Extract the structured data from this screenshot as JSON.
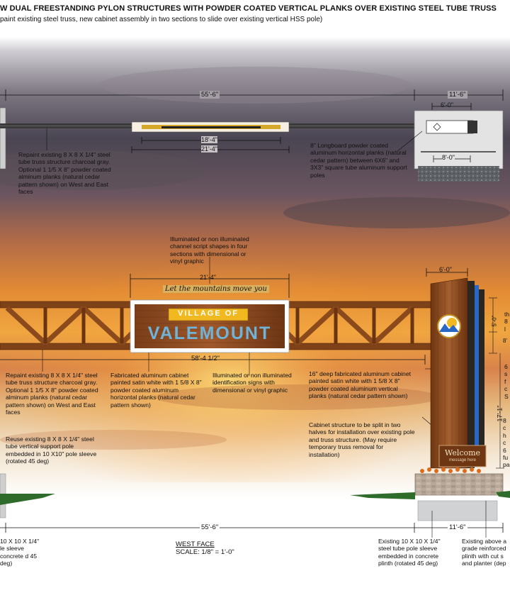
{
  "header": {
    "title": "W DUAL FREESTANDING PYLON STRUCTURES WITH POWDER COATED VERTICAL PLANKS OVER EXISTING STEEL TUBE TRUSS",
    "subtitle": "paint existing steel truss, new cabinet assembly in two sections to slide over existing vertical HSS pole)"
  },
  "plan_view": {
    "dim_top_total": "55'-6\"",
    "dim_top_right": "11'-6\"",
    "dim_right_inner": "6'-0\"",
    "dim_center_a": "18'-4\"",
    "dim_center_b": "21'-4\"",
    "dim_right_base": "8'-0\"",
    "note_truss": "Repaint existing 8 X 8 X 1/4\" steel tube truss structure charcoal gray. Optional 1 1/5 X 8\" powder coated alminum planks (natural cedar pattern shown) on West and East faces",
    "note_longboard": "8\" Longboard powder coated aluminum horizontal planks (natural cedar pattern) between 6X6\" and 3X3\" square tube aluminum support poles"
  },
  "elevation": {
    "note_script": "Illuminated or non illuminated channel script shapes in four sections with dimensional or vinyl graphic",
    "dim_script": "21'-4\"",
    "script_text": "Let the mountains move you",
    "sign_line1": "VILLAGE OF",
    "sign_line2": "VALEMOUNT",
    "dim_span": "58'-4 1/2\"",
    "dim_pylon_top": "6'-0\"",
    "dim_pylon_5": "5'-0\"",
    "dim_pylon_8": "8'",
    "dim_pylon_17": "17'-1\"",
    "pylon_welcome": "Welcome",
    "pylon_message": "message here",
    "note_repaint": "Repaint existing 8 X 8 X 1/4\" steel tube truss structure charcoal gray. Optional 1 1/5 X 8\" powder coated alminum planks (natural cedar pattern shown) on West and East faces",
    "note_cabinet": "Fabricated aluminum cabinet painted satin white with 1 5/8 X 8\" powder coated aluminum horizontal planks (natural cedar pattern shown)",
    "note_ident": "Illuminated or non illuminated identification signs with dimensional or vinyl graphic",
    "note_deep": "16\" deep fabricated aluminum cabinet painted satin white with 1 5/8 X 8\" powder coated aluminum vertical planks (natural cedar pattern shown)",
    "note_reuse": "Reuse existing 8 X 8 X 1/4\" steel tube vertical support pole embedded in 10 X10\" pole sleeve (rotated 45 deg)",
    "note_split": "Cabinet structure to be split in two halves for installation over existing pole and truss structure. (May require temporary truss removal for installation)",
    "right_frag_a": [
      "th",
      "8",
      "l"
    ],
    "right_frag_b": [
      "6",
      "s",
      "f",
      "c",
      "S"
    ],
    "right_frag_c": [
      "8",
      "c",
      "h",
      "c",
      "6",
      "fu",
      "pa"
    ]
  },
  "bottom": {
    "dim_total": "55'-6\"",
    "dim_right": "11'-6\"",
    "view_label": "WEST FACE",
    "scale_label": "SCALE: 1/8\" = 1'-0\"",
    "note_left": "10 X 10 X 1/4\" le sleeve concrete d 45 deg)",
    "note_mid": "Existing 10 X 10 X 1/4\" steel tube pole sleeve embedded in concrete plinth (rotated 45 deg)",
    "note_right": "Existing above a grade reinforced plinth with cut s and planter (dep"
  },
  "colors": {
    "sky_dark": "#3d3b4a",
    "sky_orange": "#e48a2e",
    "truss_brown": "#8a4a1c",
    "sign_wood": "#8b4a22",
    "sign_gold": "#f2b820",
    "sign_blue": "#6fb3d9",
    "plank_dark": "#2a2622",
    "accent_blue": "#2a66c4",
    "grass": "#2f6b2a"
  }
}
